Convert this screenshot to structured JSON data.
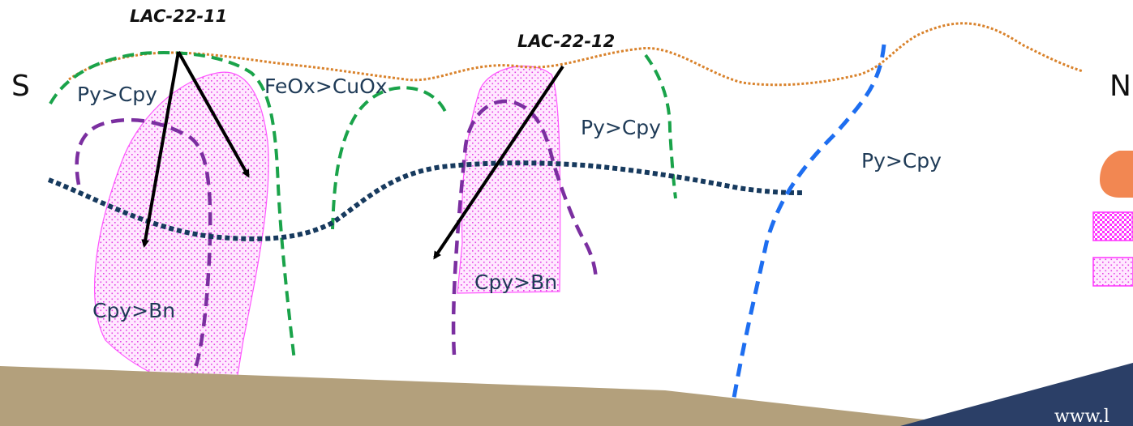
{
  "direction": {
    "left": "S",
    "right": "N"
  },
  "drill_holes": [
    {
      "id": "LAC-22-11"
    },
    {
      "id": "LAC-22-12"
    }
  ],
  "zone_labels": [
    "Py>Cpy",
    "FeOx>CuOx",
    "Py>Cpy",
    "Py>Cpy",
    "Cpy>Bn",
    "Cpy>Bn"
  ],
  "footer": {
    "url": "www.l"
  },
  "colors": {
    "topography": "#d9822b",
    "oxide_boundary": "#1aa34a",
    "bornite_boundary": "#7b2fa0",
    "water_table": "#173a5e",
    "fault": "#1e6ef0",
    "porphyry_fill": "#ff44ff",
    "footer_band": "#b3a07c",
    "footer_dark": "#2b3f67",
    "label_text": "#1f3b57",
    "legend_intrusion": "#f28752"
  },
  "legend_icons": [
    "intrusion-swatch-icon",
    "dense-porphyry-swatch-icon",
    "sparse-porphyry-swatch-icon"
  ]
}
